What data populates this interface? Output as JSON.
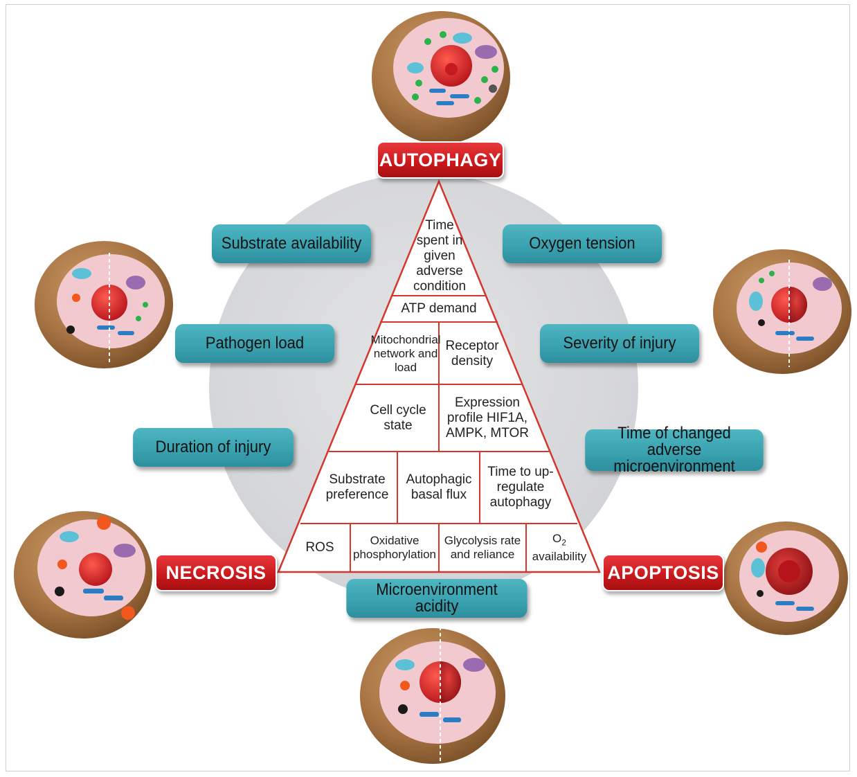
{
  "outcomes": {
    "autophagy": "AUTOPHAGY",
    "necrosis": "NECROSIS",
    "apoptosis": "APOPTOSIS"
  },
  "factors_left": [
    "Substrate availability",
    "Pathogen load",
    "Duration of injury"
  ],
  "factors_right": [
    "Oxygen tension",
    "Severity of injury",
    "Time of changed adverse microenvironment"
  ],
  "factor_bottom": "Microenvironment acidity",
  "pyramid": {
    "row1": "Time spent in given adverse condition",
    "row2": "ATP demand",
    "row3": [
      "Mitochondrial network and load",
      "Receptor density"
    ],
    "row4": [
      "Cell cycle state",
      "Expression profile HIF1A, AMPK, MTOR"
    ],
    "row5": [
      "Substrate preference",
      "Autophagic basal flux",
      "Time to up-regulate autophagy"
    ],
    "row6": [
      "ROS",
      "Oxidative phosphorylation",
      "Glycolysis rate and reliance",
      "O",
      "2",
      "availability"
    ]
  },
  "colors": {
    "pyramid_line": "#d4362b",
    "pill": "#3aa2b0",
    "label_red": "#c8181c",
    "cell_brown": "#9a6a3c",
    "cytoplasm": "#f2c9cf",
    "nucleus": "#d7262b"
  }
}
